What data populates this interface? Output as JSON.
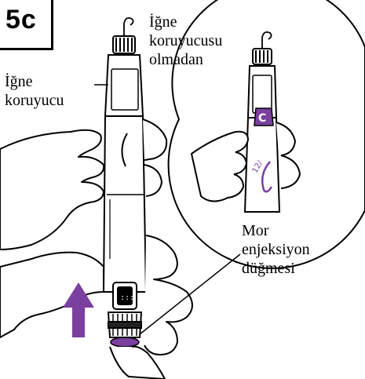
{
  "step": {
    "label": "5c"
  },
  "labels": {
    "needle_shield": [
      "İğne",
      "koruyucu"
    ],
    "without_needle_shield": [
      "İğne",
      "koruyucusu",
      "olmadan"
    ],
    "purple_injection_button": [
      "Mor",
      "enjeksiyon",
      "düğmesi"
    ]
  },
  "inset": {
    "cap_letter": "C",
    "pen_marking": "12/"
  },
  "colors": {
    "accent_purple": "#7b3fa0",
    "ink": "#000000",
    "paper": "#ffffff"
  },
  "icons": {
    "direction": "arrow-up-icon"
  }
}
